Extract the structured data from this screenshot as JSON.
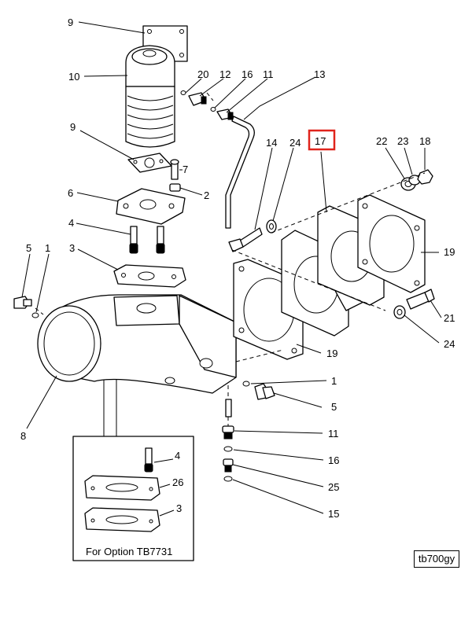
{
  "callouts": {
    "c9_top": "9",
    "c10": "10",
    "c20": "20",
    "c12": "12",
    "c16_top": "16",
    "c11_top": "11",
    "c13": "13",
    "c9_mid": "9",
    "c7": "7",
    "c2": "2",
    "c6": "6",
    "c4": "4",
    "c3": "3",
    "c5_left": "5",
    "c1_left": "1",
    "c8": "8",
    "c14": "14",
    "c24_top": "24",
    "c17": "17",
    "c22": "22",
    "c23": "23",
    "c18": "18",
    "c19_right": "19",
    "c21": "21",
    "c24_right": "24",
    "c19_bottom": "19",
    "c1_right": "1",
    "c5_right": "5",
    "c11_bottom": "11",
    "c16_bottom": "16",
    "c25": "25",
    "c15": "15",
    "inset_c4": "4",
    "inset_c26": "26",
    "inset_c3": "3"
  },
  "highlighted_callout": "17",
  "highlight_color": "#e0241c",
  "inset_caption": "For Option TB7731",
  "reference_code": "tb700gy"
}
